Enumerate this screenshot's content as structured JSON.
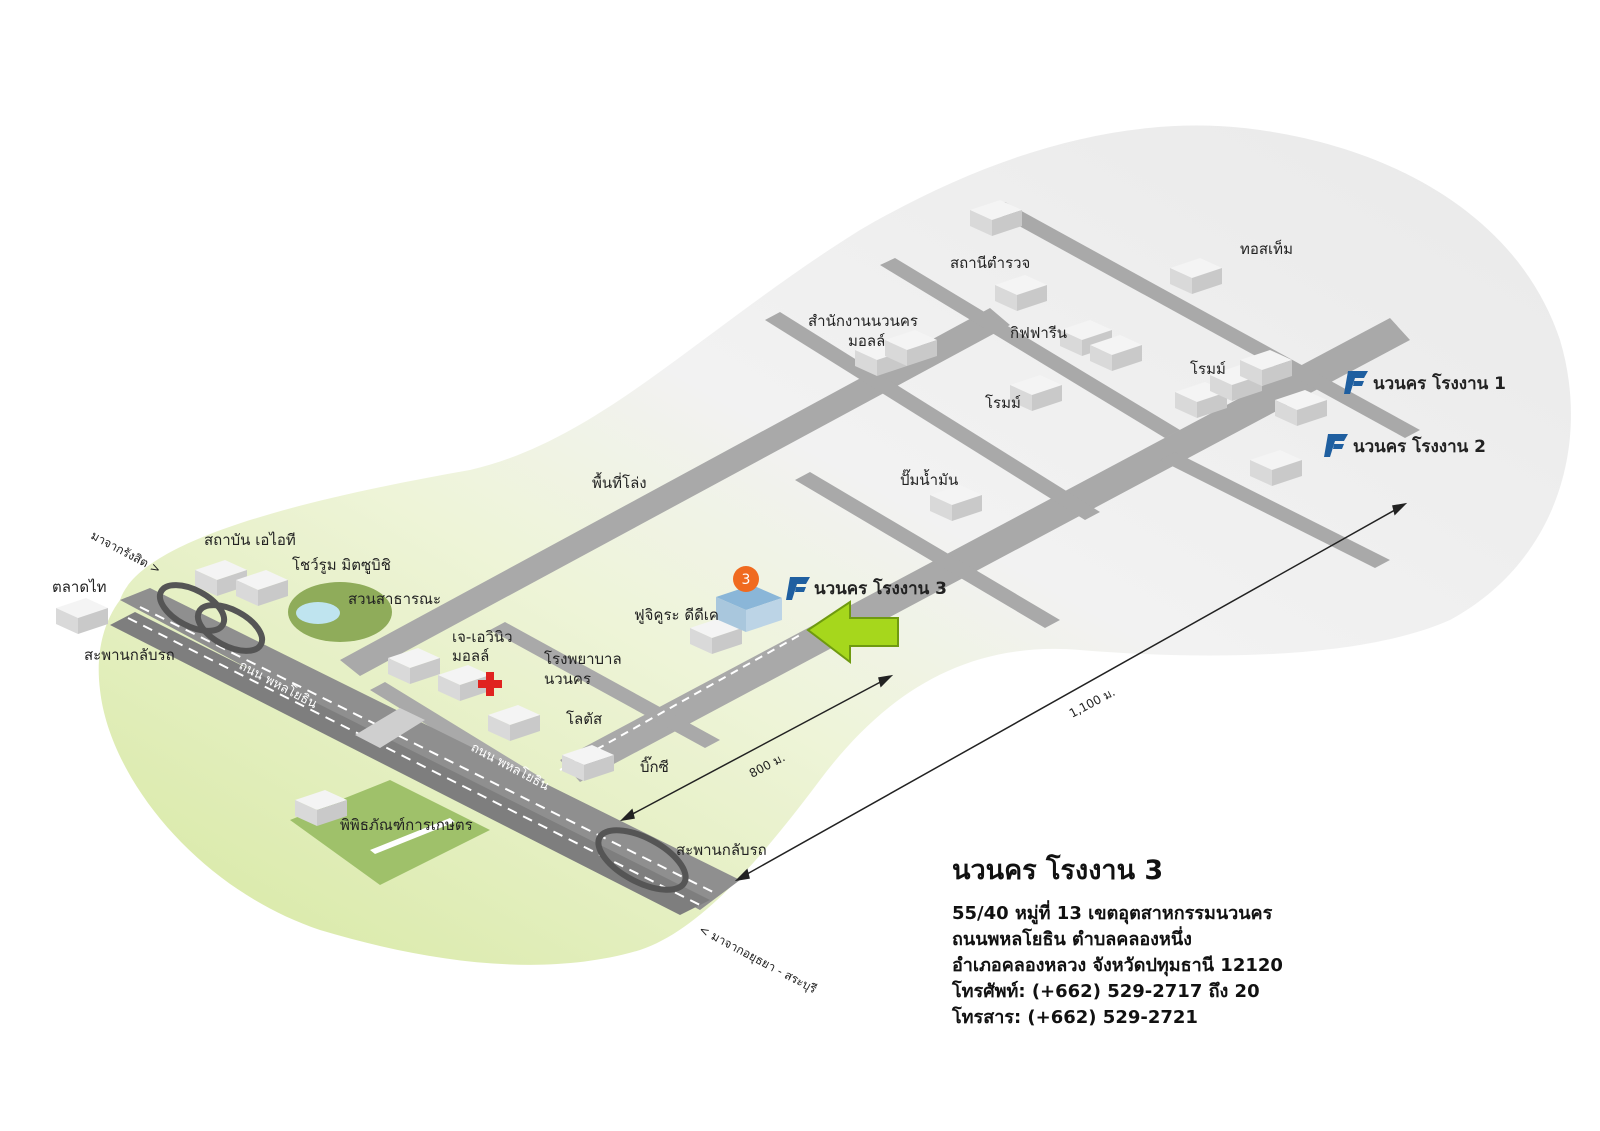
{
  "map": {
    "colors": {
      "accent_green": "#a6d71c",
      "facility_logo": "#1f5fa0",
      "marker_orange": "#f06a1f",
      "hospital_cross": "#e0231f",
      "road_gray": "#9a9a9a",
      "building_gray": "#e6e6e6"
    },
    "labels": {
      "talad_thai": "ตลาดไท",
      "ait": "สถาบัน เอไอที",
      "mitsubishi": "โชว์รูม มิตซูบิชิ",
      "public_park": "สวนสาธารณะ",
      "open_area": "พื้นที่โล่ง",
      "j_avenue_1": "เจ-เอวินิว",
      "j_avenue_2": "มอลล์",
      "hospital_1": "โรงพยาบาล",
      "hospital_2": "นวนคร",
      "lotus": "โลตัส",
      "bigc": "บิ๊กซี",
      "fujikura": "ฟูจิคูระ ดีดีเค",
      "gas_station": "ปั๊มน้ำมัน",
      "office_1": "สำนักงานนวนคร",
      "office_2": "มอลล์",
      "police": "สถานีตำรวจ",
      "tostem": "ทอสเท็ม",
      "giffarine": "กิฟฟารีน",
      "rohm_1": "โรมม์",
      "rohm_2": "โรมม์",
      "agri_museum": "พิพิธภัณฑ์การเกษตร",
      "uturn_1": "สะพานกลับรถ",
      "uturn_2": "สะพานกลับรถ",
      "from_rangsit": "มาจากรังสิต >",
      "from_ayutthaya": "< มาจากอยุธยา - สระบุรี",
      "road_1": "ถนน พหลโยธิน",
      "road_2": "ถนน พหลโยธิน",
      "dist_800": "800 ม.",
      "dist_1100": "1,100 ม.",
      "marker_num": "3"
    },
    "facilities": {
      "f1": "นวนคร โรงงาน 1",
      "f2": "นวนคร โรงงาน 2",
      "f3": "นวนคร โรงงาน 3"
    }
  },
  "info": {
    "title": "นวนคร โรงงาน 3",
    "lines": [
      "55/40 หมู่ที่ 13  เขตอุตสาหกรรมนวนคร",
      "ถนนพหลโยธิน ตำบลคลองหนึ่ง",
      "อำเภอคลองหลวง จังหวัดปทุมธานี 12120",
      "โทรศัพท์: (+662) 529-2717 ถึง 20",
      "โทรสาร: (+662) 529-2721"
    ]
  }
}
